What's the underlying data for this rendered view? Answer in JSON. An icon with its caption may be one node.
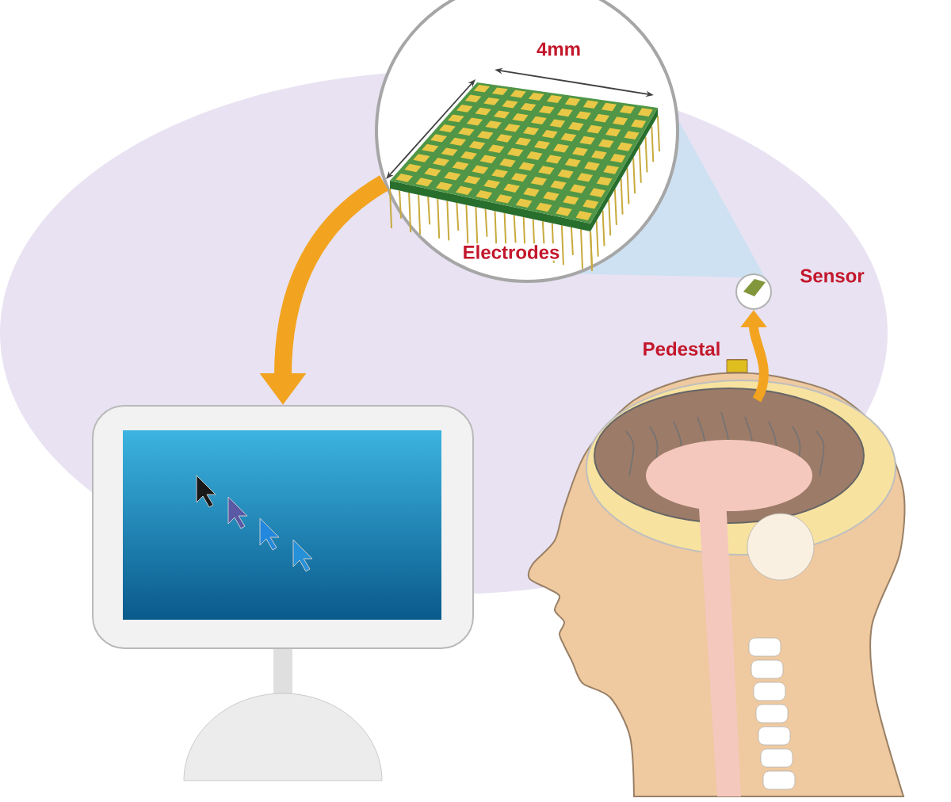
{
  "diagram": {
    "nodes": [
      {
        "text": [
          "Electrodes"
        ]
      },
      {
        "text": [],
        "shape": "circle",
        "beside": [
          "Sensor"
        ]
      },
      {
        "text": [],
        "shape": "cylinder",
        "beside": [
          "Pedestal"
        ]
      },
      {
        "text": [],
        "shape": "picture"
      },
      {
        "text": [],
        "shape": "picture"
      }
    ],
    "edges": [
      {
        "from": 0,
        "to": 3,
        "arrow": "to",
        "style": "thick"
      },
      {
        "from": 4,
        "to": 1,
        "arrow": "to"
      }
    ],
    "labels": [
      "4mm"
    ]
  }
}
